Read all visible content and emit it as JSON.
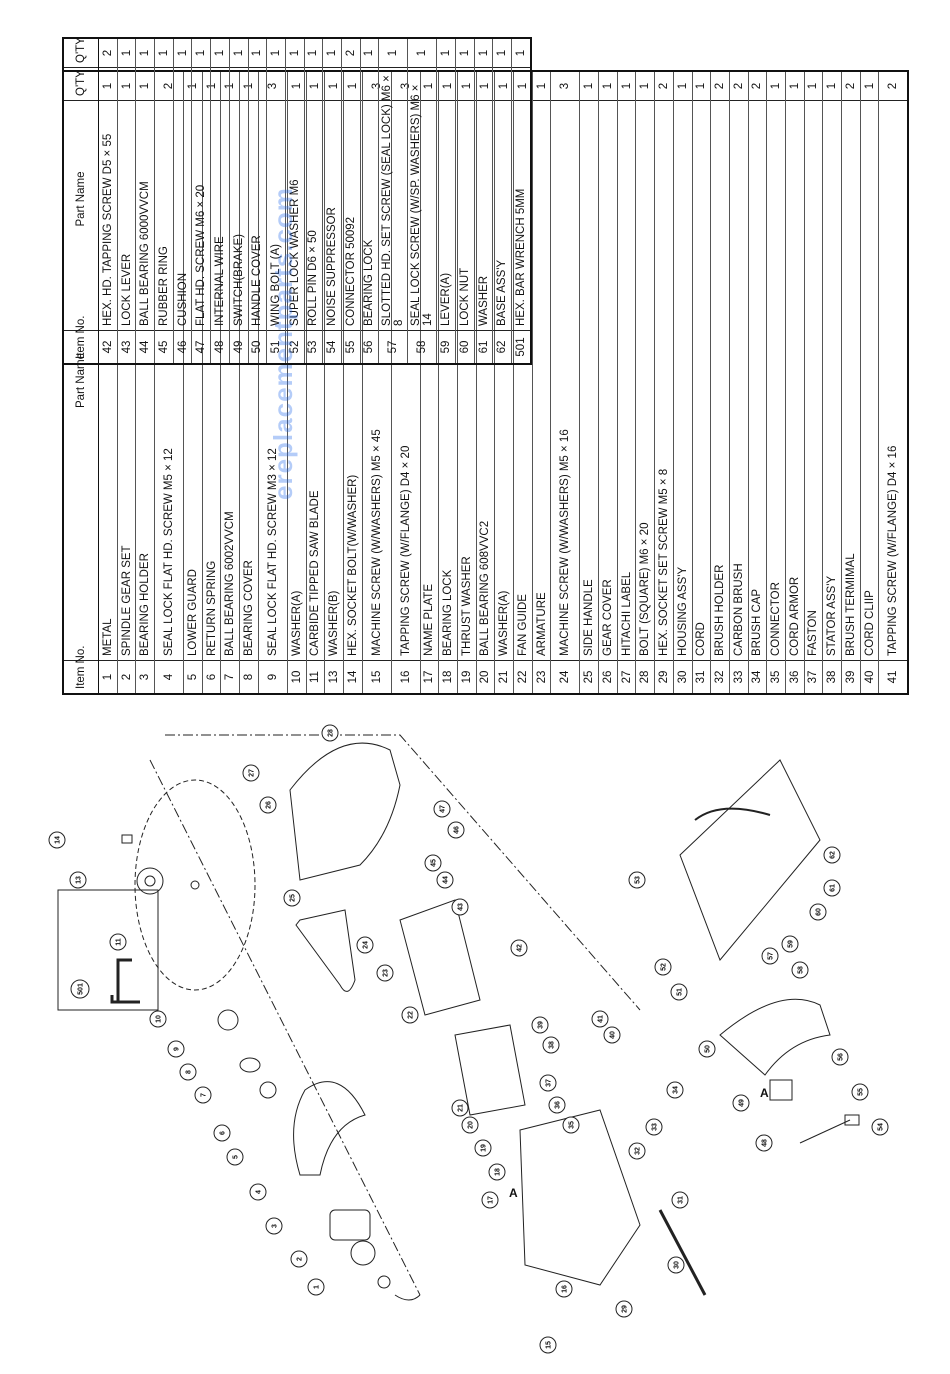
{
  "table_left": {
    "headers": {
      "item": "Item No.",
      "part": "Part Name",
      "qty": "Q'TY"
    },
    "rows": [
      {
        "no": "1",
        "part": "METAL",
        "qty": "1"
      },
      {
        "no": "2",
        "part": "SPINDLE GEAR SET",
        "qty": "1"
      },
      {
        "no": "3",
        "part": "BEARING HOLDER",
        "qty": "1"
      },
      {
        "no": "4",
        "part": "SEAL LOCK FLAT HD. SCREW M5 × 12",
        "qty": "2"
      },
      {
        "no": "5",
        "part": "LOWER GUARD",
        "qty": "1"
      },
      {
        "no": "6",
        "part": "RETURN SPRING",
        "qty": "1"
      },
      {
        "no": "7",
        "part": "BALL BEARING 6002VVCM",
        "qty": "1"
      },
      {
        "no": "8",
        "part": "BEARING COVER",
        "qty": "1"
      },
      {
        "no": "9",
        "part": "SEAL LOCK FLAT HD. SCREW M3 × 12",
        "qty": "3"
      },
      {
        "no": "10",
        "part": "WASHER(A)",
        "qty": "1"
      },
      {
        "no": "11",
        "part": "CARBIDE TIPPED SAW BLADE",
        "qty": "1"
      },
      {
        "no": "13",
        "part": "WASHER(B)",
        "qty": "1"
      },
      {
        "no": "14",
        "part": "HEX. SOCKET BOLT(W/WASHER)",
        "qty": "1"
      },
      {
        "no": "15",
        "part": "MACHINE SCREW (W/WASHERS) M5 × 45",
        "qty": "3"
      },
      {
        "no": "16",
        "part": "TAPPING SCREW (W/FLANGE) D4 × 20",
        "qty": "3"
      },
      {
        "no": "17",
        "part": "NAME PLATE",
        "qty": "1"
      },
      {
        "no": "18",
        "part": "BEARING LOCK",
        "qty": "1"
      },
      {
        "no": "19",
        "part": "THRUST WASHER",
        "qty": "1"
      },
      {
        "no": "20",
        "part": "BALL BEARING 608VVC2",
        "qty": "1"
      },
      {
        "no": "21",
        "part": "WASHER(A)",
        "qty": "1"
      },
      {
        "no": "22",
        "part": "FAN GUIDE",
        "qty": "1"
      },
      {
        "no": "23",
        "part": "ARMATURE",
        "qty": "1"
      },
      {
        "no": "24",
        "part": "MACHINE SCREW (W/WASHERS) M5 × 16",
        "qty": "3"
      },
      {
        "no": "25",
        "part": "SIDE HANDLE",
        "qty": "1"
      },
      {
        "no": "26",
        "part": "GEAR COVER",
        "qty": "1"
      },
      {
        "no": "27",
        "part": "HITACHI LABEL",
        "qty": "1"
      },
      {
        "no": "28",
        "part": "BOLT (SQUARE) M6 × 20",
        "qty": "1"
      },
      {
        "no": "29",
        "part": "HEX. SOCKET SET SCREW M5 × 8",
        "qty": "2"
      },
      {
        "no": "30",
        "part": "HOUSING ASS'Y",
        "qty": "1"
      },
      {
        "no": "31",
        "part": "CORD",
        "qty": "1"
      },
      {
        "no": "32",
        "part": "BRUSH HOLDER",
        "qty": "2"
      },
      {
        "no": "33",
        "part": "CARBON BRUSH",
        "qty": "2"
      },
      {
        "no": "34",
        "part": "BRUSH CAP",
        "qty": "2"
      },
      {
        "no": "35",
        "part": "CONNECTOR",
        "qty": "1"
      },
      {
        "no": "36",
        "part": "CORD ARMOR",
        "qty": "1"
      },
      {
        "no": "37",
        "part": "FASTON",
        "qty": "1"
      },
      {
        "no": "38",
        "part": "STATOR ASS'Y",
        "qty": "1"
      },
      {
        "no": "39",
        "part": "BRUSH TERMIMAL",
        "qty": "2"
      },
      {
        "no": "40",
        "part": "CORD CLIIP",
        "qty": "1"
      },
      {
        "no": "41",
        "part": "TAPPING SCREW (W/FLANGE) D4 × 16",
        "qty": "2"
      }
    ]
  },
  "table_right": {
    "headers": {
      "item": "Item No.",
      "part": "Part Name",
      "qty": "Q'TY"
    },
    "rows": [
      {
        "no": "42",
        "part": "HEX. HD. TAPPING SCREW D5 × 55",
        "qty": "2"
      },
      {
        "no": "43",
        "part": "LOCK LEVER",
        "qty": "1"
      },
      {
        "no": "44",
        "part": "BALL BEARING 6000VVCM",
        "qty": "1"
      },
      {
        "no": "45",
        "part": "RUBBER RING",
        "qty": "1"
      },
      {
        "no": "46",
        "part": "CUSHION",
        "qty": "1"
      },
      {
        "no": "47",
        "part": "FLAT HD. SCREW M6 × 20",
        "qty": "1"
      },
      {
        "no": "48",
        "part": "INTERNAL WIRE",
        "qty": "1"
      },
      {
        "no": "49",
        "part": "SWITCH(BRAKE)",
        "qty": "1"
      },
      {
        "no": "50",
        "part": "HANDLE COVER",
        "qty": "1"
      },
      {
        "no": "51",
        "part": "WING BOLT (A)",
        "qty": "1"
      },
      {
        "no": "52",
        "part": "SUPER LOCK WASHER M6",
        "qty": "1"
      },
      {
        "no": "53",
        "part": "ROLL PIN D6 × 50",
        "qty": "1"
      },
      {
        "no": "54",
        "part": "NOISE SUPPRESSOR",
        "qty": "1"
      },
      {
        "no": "55",
        "part": "CONNECTOR 50092",
        "qty": "2"
      },
      {
        "no": "56",
        "part": "BEARING LOCK",
        "qty": "1"
      },
      {
        "no": "57",
        "part": "SLOTTED HD. SET SCREW (SEAL LOCK) M6 × 8",
        "qty": "1"
      },
      {
        "no": "58",
        "part": "SEAL LOCK SCREW (W/SP. WASHERS) M6 × 14",
        "qty": "1"
      },
      {
        "no": "59",
        "part": "LEVER(A)",
        "qty": "1"
      },
      {
        "no": "60",
        "part": "LOCK NUT",
        "qty": "1"
      },
      {
        "no": "61",
        "part": "WASHER",
        "qty": "1"
      },
      {
        "no": "62",
        "part": "BASE ASS'Y",
        "qty": "1"
      },
      {
        "no": "501",
        "part": "HEX. BAR WRENCH 5MM",
        "qty": "1"
      }
    ]
  },
  "diagram": {
    "labels": [
      "A",
      "A"
    ],
    "watermark": "ereplacementparts.com"
  }
}
